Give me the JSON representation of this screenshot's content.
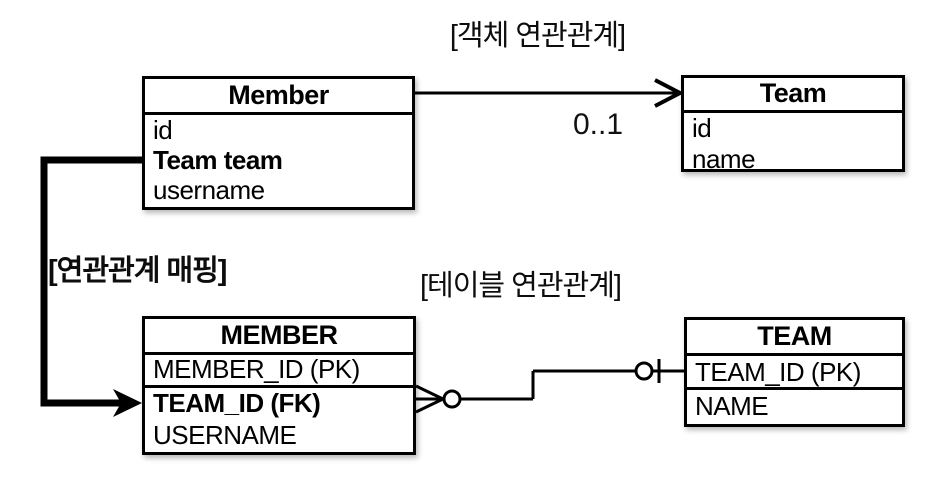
{
  "titles": {
    "object_association": "[객체 연관관계]",
    "mapping": "[연관관계 매핑]",
    "table_association": "[테이블 연관관계]"
  },
  "object_diagram": {
    "member": {
      "title": "Member",
      "fields": [
        "id",
        "Team team",
        "username"
      ]
    },
    "team": {
      "title": "Team",
      "fields": [
        "id",
        "name"
      ]
    },
    "multiplicity": "0..1"
  },
  "table_diagram": {
    "member": {
      "title": "MEMBER",
      "fields": [
        "MEMBER_ID (PK)",
        "TEAM_ID (FK)",
        "USERNAME"
      ]
    },
    "team": {
      "title": "TEAM",
      "fields": [
        "TEAM_ID (PK)",
        "NAME"
      ]
    }
  },
  "colors": {
    "ink": "#000000",
    "background": "#ffffff"
  }
}
